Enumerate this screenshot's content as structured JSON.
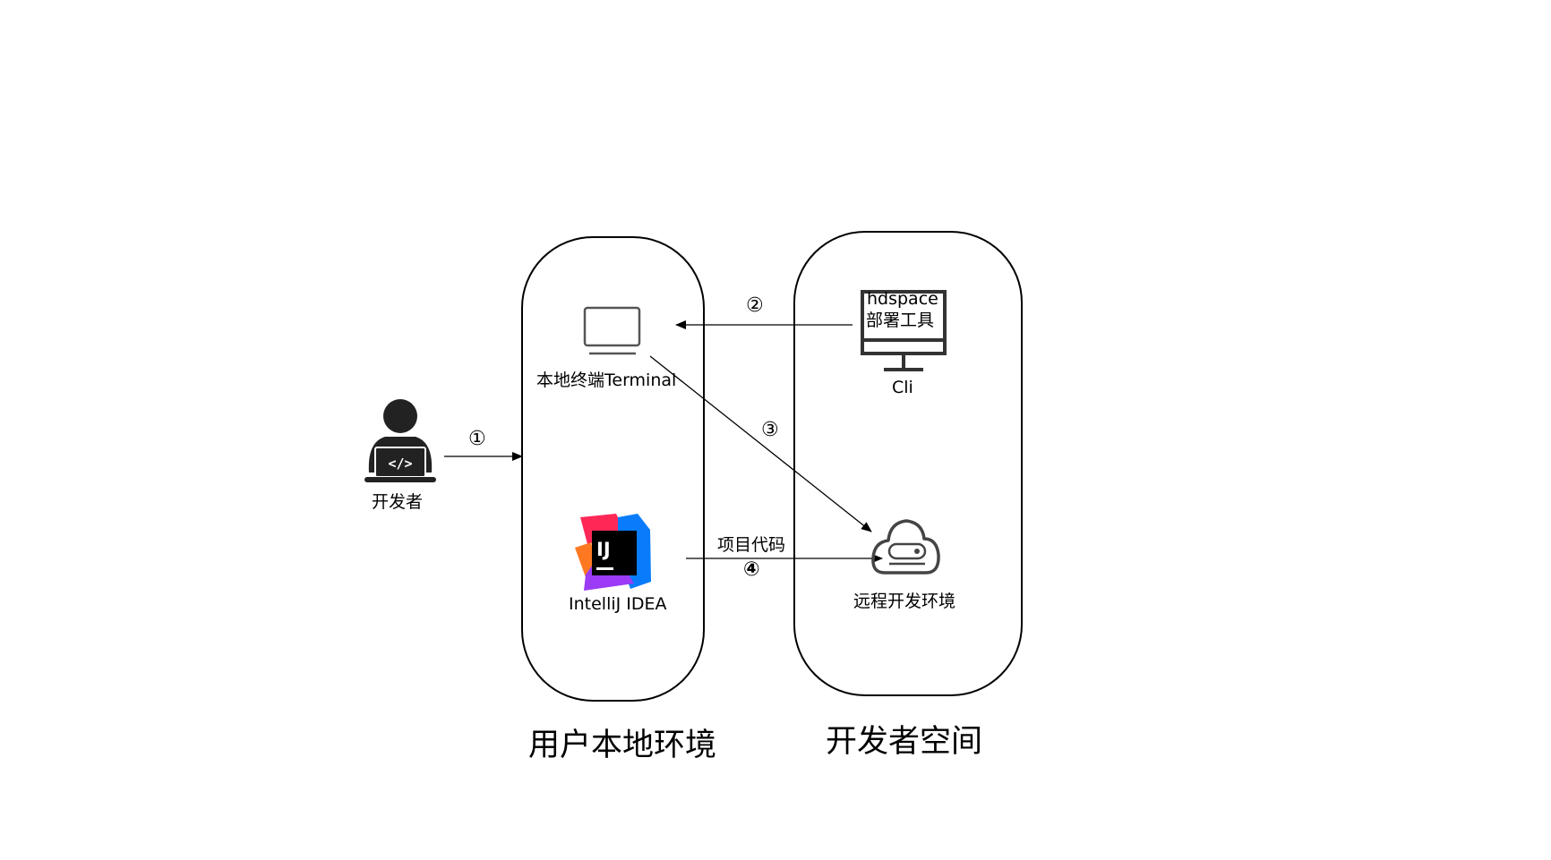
{
  "nodes": {
    "developer": "开发者",
    "terminal": "本地终端Terminal",
    "idea": "IntelliJ IDEA",
    "idea_logo_text": "IJ",
    "cli_screen_line1": "hdspace",
    "cli_screen_line2": "部署工具",
    "cli": "Cli",
    "remote_env": "远程开发环境"
  },
  "zones": {
    "local": "用户本地环境",
    "devspace": "开发者空间"
  },
  "edges": {
    "step1": "①",
    "step2": "②",
    "step3": "③",
    "step4": "④",
    "code": "项目代码"
  },
  "icons": [
    "developer-laptop-icon",
    "monitor-icon",
    "intellij-idea-logo",
    "desktop-computer-icon",
    "cloud-server-icon"
  ]
}
